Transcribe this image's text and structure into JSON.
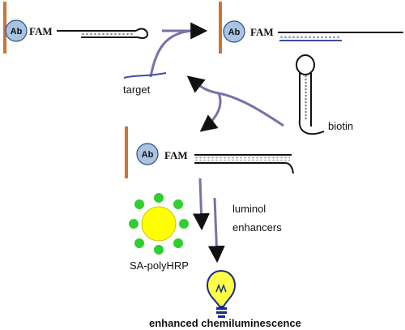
{
  "labels": {
    "ab": "Ab",
    "fam": "FAM",
    "target": "target",
    "biotin": "biotin",
    "luminol_enhancers_line1": "luminol",
    "luminol_enhancers_line2": "enhancers",
    "sa_polyhrp": "SA-polyHRP",
    "enhanced_chemiluminescence": "enhanced chemiluminescence"
  },
  "colors": {
    "surface": "#c8753a",
    "antibody_fill": "#a9c4e3",
    "antibody_stroke": "#2f4f7f",
    "strand": "#111111",
    "target_strand": "#3a4fa6",
    "dots": "#8a8a8a",
    "arrow": "#7f6ea8",
    "bead_core": "#ffff00",
    "bead_enzyme": "#32cd32",
    "bulb_glass": "#ffff44",
    "bulb_outline": "#1a2a8a"
  },
  "icons": {
    "bulb": "light-bulb-icon"
  }
}
